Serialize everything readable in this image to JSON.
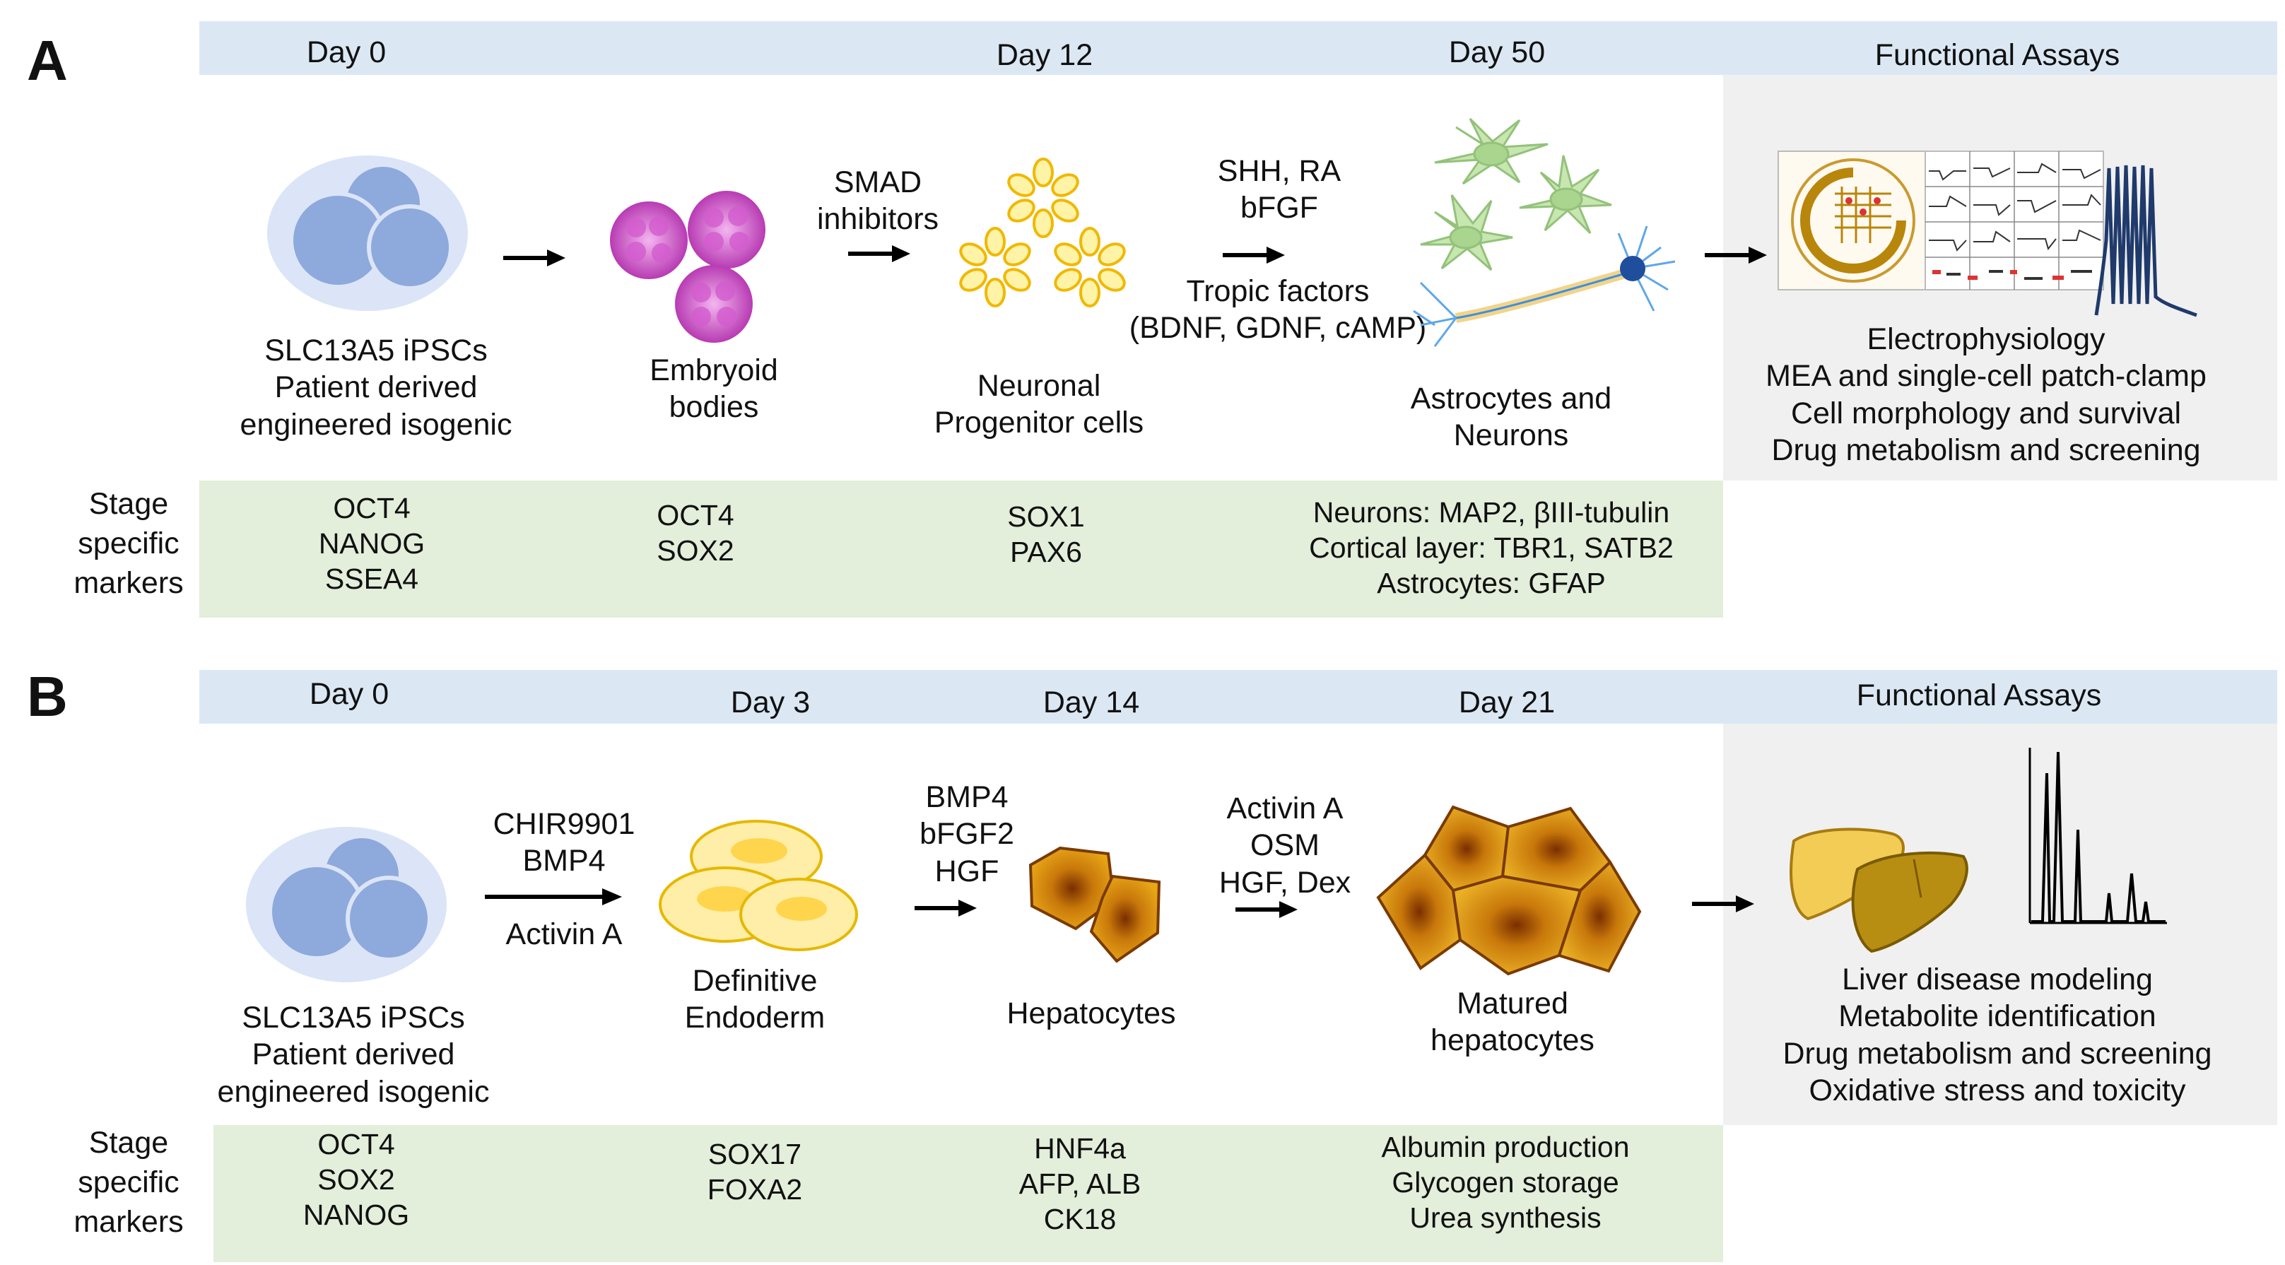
{
  "panel_a": {
    "label": "A",
    "timeline": [
      "Day 0",
      "Day 12",
      "Day 50",
      "Functional Assays"
    ],
    "stages": [
      {
        "lines": [
          "SLC13A5 iPSCs",
          "Patient derived",
          "engineered isogenic"
        ]
      },
      {
        "lines": [
          "Embryoid",
          "bodies"
        ]
      },
      {
        "lines": [
          "Neuronal",
          "Progenitor cells"
        ]
      },
      {
        "lines": [
          "Astrocytes and",
          "Neurons"
        ]
      }
    ],
    "factors": [
      {
        "lines": [
          "SMAD",
          "inhibitors"
        ]
      },
      {
        "lines": [
          "SHH, RA",
          "bFGF"
        ]
      },
      {
        "lines": [
          "Tropic factors",
          "(BDNF, GDNF, cAMP)"
        ]
      }
    ],
    "assays": [
      "Electrophysiology",
      "MEA and single-cell patch-clamp",
      "Cell morphology and survival",
      "Drug metabolism and  screening"
    ],
    "markers_label": [
      "Stage",
      "specific",
      "markers"
    ],
    "markers": [
      [
        "OCT4",
        "NANOG",
        "SSEA4"
      ],
      [
        "OCT4",
        "SOX2"
      ],
      [
        "SOX1",
        "PAX6"
      ],
      [
        "Neurons: MAP2, βIII-tubulin",
        "Cortical layer: TBR1, SATB2",
        "Astrocytes: GFAP"
      ]
    ]
  },
  "panel_b": {
    "label": "B",
    "timeline": [
      "Day 0",
      "Day 3",
      "Day 14",
      "Day 21",
      "Functional Assays"
    ],
    "stages": [
      {
        "lines": [
          "SLC13A5 iPSCs",
          "Patient derived",
          "engineered isogenic"
        ]
      },
      {
        "lines": [
          "Definitive",
          "Endoderm"
        ]
      },
      {
        "lines": [
          "Hepatocytes"
        ]
      },
      {
        "lines": [
          "Matured",
          "hepatocytes"
        ]
      }
    ],
    "factors": [
      {
        "lines": [
          "CHIR9901",
          "BMP4"
        ]
      },
      {
        "lines": [
          "Activin A"
        ]
      },
      {
        "lines": [
          "BMP4",
          "bFGF2",
          "HGF"
        ]
      },
      {
        "lines": [
          "Activin A",
          "OSM",
          "HGF, Dex"
        ]
      }
    ],
    "assays": [
      "Liver disease modeling",
      "Metabolite identification",
      "Drug metabolism and  screening",
      "Oxidative stress and toxicity"
    ],
    "markers_label": [
      "Stage",
      "specific",
      "markers"
    ],
    "markers": [
      [
        "OCT4",
        "SOX2",
        "NANOG"
      ],
      [
        "SOX17",
        "FOXA2"
      ],
      [
        "HNF4a",
        "AFP, ALB",
        "CK18"
      ],
      [
        "Albumin production",
        "Glycogen storage",
        "Urea synthesis"
      ]
    ]
  },
  "colors": {
    "timeline_band": "#dbe8f4",
    "marker_band": "#e3eedb",
    "assay_box": "#f0f0f0",
    "ipsc": "#8ea9dc",
    "embryoid": "#c64fc4",
    "npc": "#f5c518",
    "astrocyte": "#c8e6b0",
    "neuron": "#1f4e9c",
    "endoderm": "#ffe27a",
    "hepatocyte": "#d4940a",
    "liver_light": "#f3cc55",
    "liver_dark": "#b88e12"
  }
}
